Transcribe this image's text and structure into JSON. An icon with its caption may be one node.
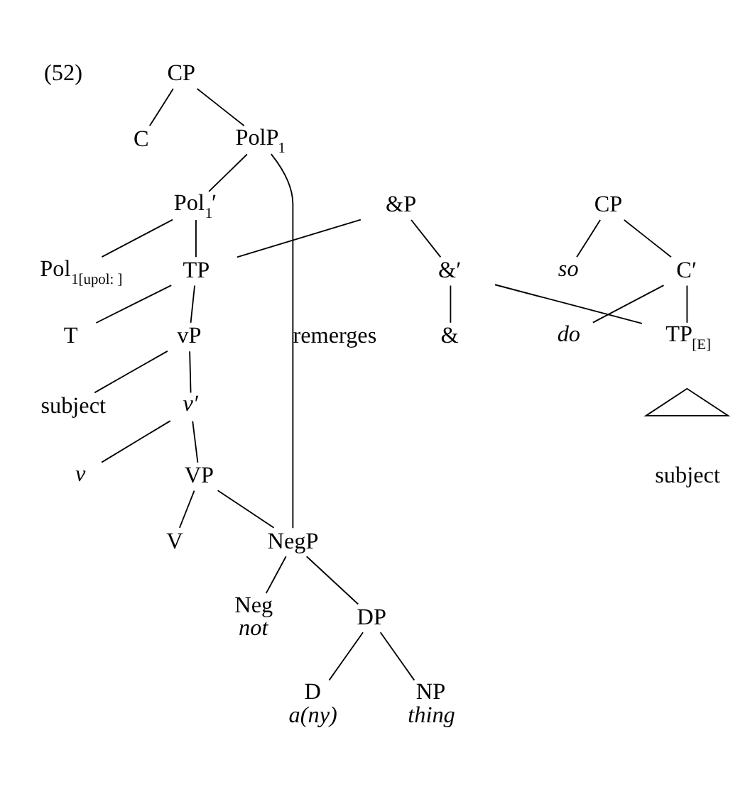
{
  "diagram": {
    "nodes": [
      {
        "text": [
          "CP"
        ]
      },
      {
        "text": [
          "C"
        ]
      },
      {
        "text": [
          "PolP$_{1}$"
        ]
      },
      {
        "text": [
          "Pol$_{1}$′"
        ]
      },
      {
        "text": [
          "&P"
        ]
      },
      {
        "text": [
          "Pol$_{1[upol: ]}$"
        ]
      },
      {
        "text": [
          "TP"
        ]
      },
      {
        "text": [
          "&′"
        ]
      },
      {
        "text": [
          "T"
        ]
      },
      {
        "text": [
          "vP"
        ]
      },
      {
        "text": [
          "&"
        ]
      },
      {
        "text": [
          "subject"
        ]
      },
      {
        "text": [
          "v′"
        ]
      },
      {
        "text": [
          "CP"
        ]
      },
      {
        "text": [
          "v"
        ]
      },
      {
        "text": [
          "VP"
        ]
      },
      {
        "text": [
          "so"
        ]
      },
      {
        "text": [
          "C′"
        ]
      },
      {
        "text": [
          "V"
        ]
      },
      {
        "text": [
          "do"
        ]
      },
      {
        "text": [
          "TP$_{[E]}$"
        ]
      },
      {
        "text": [],
        "shape": "triangle",
        "beside": [
          "subject"
        ]
      },
      {
        "text": [
          "NegP"
        ]
      },
      {
        "text": [
          "Neg",
          "not"
        ]
      },
      {
        "text": [
          "DP"
        ]
      },
      {
        "text": [
          "D",
          "a(ny)"
        ]
      },
      {
        "text": [
          "NP",
          "thing"
        ]
      }
    ],
    "edges": [
      {
        "from": 0,
        "to": 1,
        "arrow": "none"
      },
      {
        "from": 0,
        "to": 2,
        "arrow": "none"
      },
      {
        "from": 2,
        "to": 3,
        "arrow": "none"
      },
      {
        "from": 2,
        "to": 22,
        "arrow": "none",
        "label": "remerges"
      },
      {
        "from": 3,
        "to": 5,
        "arrow": "none"
      },
      {
        "from": 3,
        "to": 6,
        "arrow": "none"
      },
      {
        "from": 4,
        "to": 6,
        "arrow": "none"
      },
      {
        "from": 4,
        "to": 7,
        "arrow": "none"
      },
      {
        "from": 6,
        "to": 8,
        "arrow": "none"
      },
      {
        "from": 6,
        "to": 9,
        "arrow": "none"
      },
      {
        "from": 9,
        "to": 11,
        "arrow": "none"
      },
      {
        "from": 9,
        "to": 12,
        "arrow": "none"
      },
      {
        "from": 7,
        "to": 10,
        "arrow": "none"
      },
      {
        "from": 7,
        "to": 20,
        "arrow": "none"
      },
      {
        "from": 12,
        "to": 14,
        "arrow": "none"
      },
      {
        "from": 12,
        "to": 15,
        "arrow": "none"
      },
      {
        "from": 13,
        "to": 16,
        "arrow": "none"
      },
      {
        "from": 13,
        "to": 17,
        "arrow": "none"
      },
      {
        "from": 15,
        "to": 18,
        "arrow": "none"
      },
      {
        "from": 15,
        "to": 22,
        "arrow": "none"
      },
      {
        "from": 17,
        "to": 19,
        "arrow": "none"
      },
      {
        "from": 17,
        "to": 20,
        "arrow": "none"
      },
      {
        "from": 22,
        "to": 23,
        "arrow": "none"
      },
      {
        "from": 22,
        "to": 24,
        "arrow": "none"
      },
      {
        "from": 24,
        "to": 25,
        "arrow": "none"
      },
      {
        "from": 24,
        "to": 26,
        "arrow": "none"
      }
    ],
    "labels": [
      "(52)"
    ]
  }
}
